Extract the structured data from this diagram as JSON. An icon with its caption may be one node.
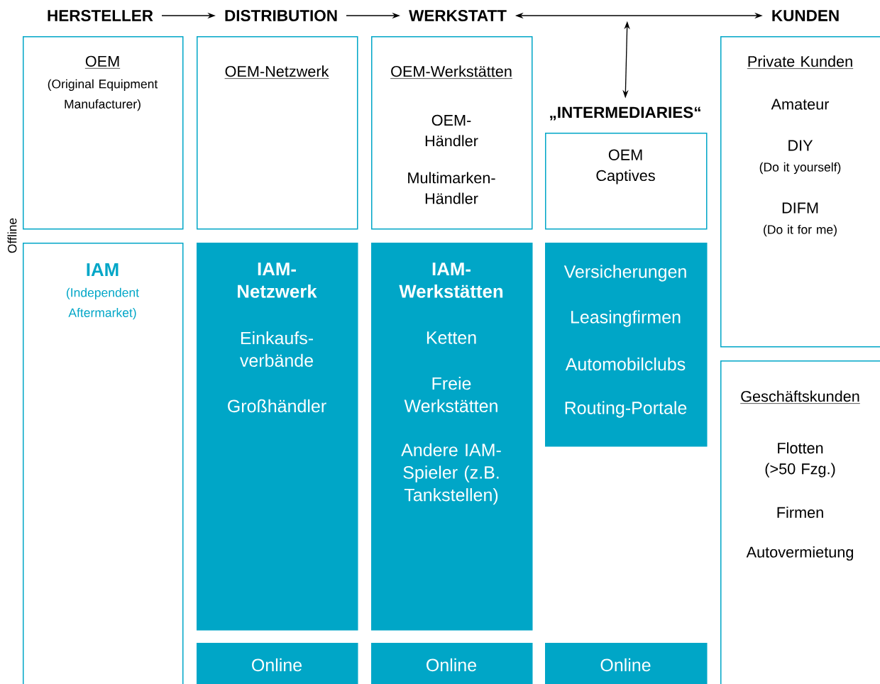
{
  "diagram": {
    "nodes": [
      {
        "text": [
          "HERSTELLER"
        ]
      },
      {
        "text": [
          "DISTRIBUTION"
        ]
      },
      {
        "text": [
          "WERKSTATT"
        ]
      },
      {
        "text": [
          "KUNDEN"
        ]
      },
      {
        "text": [
          "„INTERMEDIARIES“"
        ]
      },
      {
        "text": [
          "OEM",
          "(Original Equipment Manufacturer)"
        ]
      },
      {
        "text": [
          "OEM-Netzwerk"
        ]
      },
      {
        "text": [
          "OEM-Werkstätten",
          "OEM-Händler",
          "Multimarken-Händler"
        ]
      },
      {
        "text": [
          "OEM Captives"
        ]
      },
      {
        "text": [
          "Private Kunden",
          "Amateur",
          "DIY",
          "(Do it yourself)",
          "DIFM",
          "(Do it for me)"
        ]
      },
      {
        "text": [
          "IAM",
          "(Independent Aftermarket)"
        ]
      },
      {
        "text": [
          "IAM-Netzwerk",
          "Einkaufs-verbände",
          "Großhändler"
        ]
      },
      {
        "text": [
          "IAM-Werkstätten",
          "Ketten",
          "Freie Werkstätten",
          "Andere IAM-Spieler (z.B. Tankstellen)"
        ]
      },
      {
        "text": [
          "Versicherungen",
          "Leasingfirmen",
          "Automobilclubs",
          "Routing-Portale"
        ]
      },
      {
        "text": [
          "Geschäftskunden",
          "Flotten (>50 Fzg.)",
          "Firmen",
          "Autovermietung"
        ]
      },
      {
        "text": [
          "Online"
        ]
      },
      {
        "text": [
          "Online"
        ]
      },
      {
        "text": [
          "Online"
        ]
      }
    ],
    "edges": [
      {
        "from": 0,
        "to": 1,
        "arrow": "to"
      },
      {
        "from": 1,
        "to": 2,
        "arrow": "to"
      },
      {
        "from": 2,
        "to": 3,
        "arrow": "both"
      },
      {
        "from": null,
        "to": 4,
        "arrow": "both"
      }
    ],
    "labels": [
      "Offline"
    ]
  }
}
